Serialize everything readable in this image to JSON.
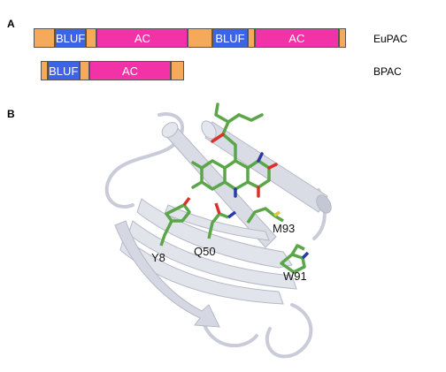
{
  "panels": {
    "a_label": "A",
    "b_label": "B"
  },
  "domains": {
    "eupac": {
      "name": "EuPAC",
      "segments": [
        {
          "kind": "linker",
          "label": "",
          "start": 0,
          "end": 6
        },
        {
          "kind": "bluf",
          "label": "BLUF",
          "start": 6,
          "end": 15
        },
        {
          "kind": "linker",
          "label": "",
          "start": 15,
          "end": 18
        },
        {
          "kind": "ac",
          "label": "AC",
          "start": 18,
          "end": 44
        },
        {
          "kind": "linker",
          "label": "",
          "start": 44,
          "end": 51
        },
        {
          "kind": "bluf",
          "label": "BLUF",
          "start": 51,
          "end": 61
        },
        {
          "kind": "linker",
          "label": "",
          "start": 61,
          "end": 63
        },
        {
          "kind": "ac",
          "label": "AC",
          "start": 63,
          "end": 87
        },
        {
          "kind": "linker",
          "label": "",
          "start": 87,
          "end": 89
        }
      ]
    },
    "bpac": {
      "name": "BPAC",
      "segments": [
        {
          "kind": "linker",
          "label": "",
          "start": 2,
          "end": 4
        },
        {
          "kind": "bluf",
          "label": "BLUF",
          "start": 4,
          "end": 13
        },
        {
          "kind": "linker",
          "label": "",
          "start": 13,
          "end": 16
        },
        {
          "kind": "ac",
          "label": "AC",
          "start": 16,
          "end": 39
        },
        {
          "kind": "linker",
          "label": "",
          "start": 39,
          "end": 43
        }
      ]
    }
  },
  "colors": {
    "linker": "#f5a95a",
    "bluf": "#3d63e6",
    "ac": "#f233a8",
    "ribbon": "#d9dbe5",
    "ribbon_edge": "#b5b8c6",
    "stick_carbon": "#5aa648",
    "stick_nitrogen": "#2a3aa8",
    "stick_oxygen": "#d9322a",
    "stick_sulfur": "#d9c83a"
  },
  "residues": {
    "y8": "Y8",
    "q50": "Q50",
    "m93": "M93",
    "w91": "W91"
  }
}
